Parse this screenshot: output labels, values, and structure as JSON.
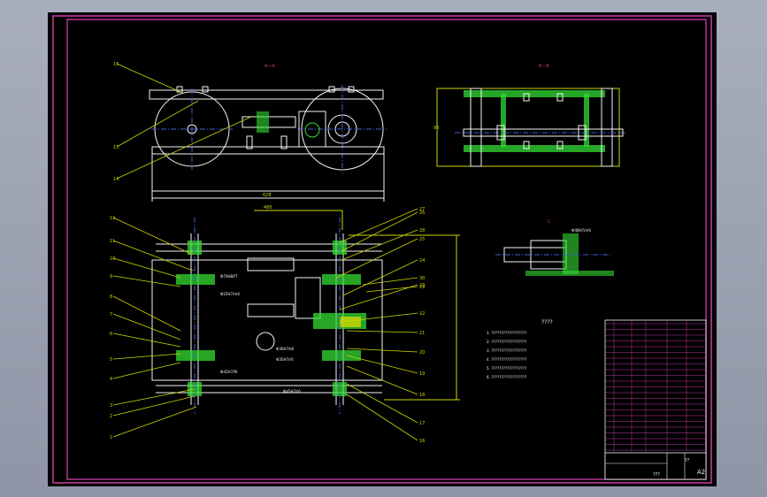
{
  "drawing": {
    "view_labels": {
      "view_a": "A—A",
      "view_b": "B—B",
      "view_c": "C"
    },
    "dimensions": {
      "overall_width_top": "628",
      "top_span": "480",
      "right_height": "98"
    },
    "part_numbers": [
      "1",
      "2",
      "3",
      "4",
      "5",
      "6",
      "7",
      "8",
      "9",
      "10",
      "11",
      "12",
      "13",
      "14",
      "15",
      "16",
      "17",
      "18",
      "19",
      "20",
      "21",
      "22",
      "23",
      "24",
      "25",
      "26",
      "27",
      "28",
      "29",
      "30"
    ],
    "fit_labels": {
      "fit_a": "Ф70H8/f7",
      "fit_b": "Ф25H7/m6",
      "fit_c": "Ф42H7/f6",
      "fit_d": "Ф30H7/k6",
      "fit_e": "Ф35H7/r6",
      "fit_f": "Ф45H7/r6",
      "fit_g": "Ф48H7/m6"
    },
    "notes_title": "????",
    "notes": [
      "1. ??????????????????",
      "2. ??????????????????",
      "3. ??????????????????",
      "4. ??????????????????",
      "5. ??????????????????",
      "6. ??????????????????"
    ],
    "title_block": {
      "sheet_label": "A2",
      "scale_label": "??",
      "drawing_no": "???"
    }
  }
}
